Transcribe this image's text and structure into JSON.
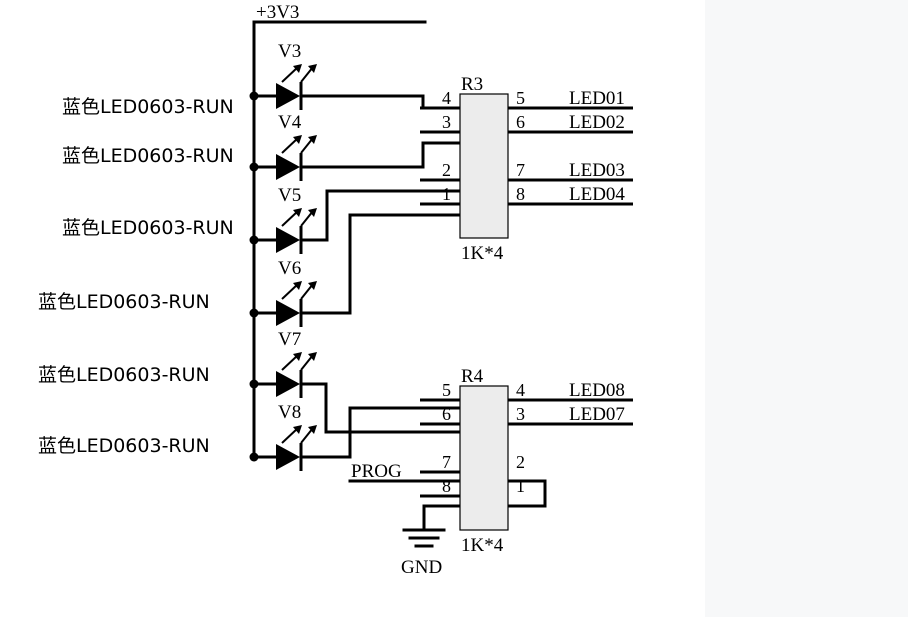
{
  "power": {
    "label": "+3V3"
  },
  "ground": {
    "label": "GND"
  },
  "leds": [
    {
      "designator": "V3",
      "part": "蓝色LED0603-RUN"
    },
    {
      "designator": "V4",
      "part": "蓝色LED0603-RUN"
    },
    {
      "designator": "V5",
      "part": "蓝色LED0603-RUN"
    },
    {
      "designator": "V6",
      "part": "蓝色LED0603-RUN"
    },
    {
      "designator": "V7",
      "part": "蓝色LED0603-RUN"
    },
    {
      "designator": "V8",
      "part": "蓝色LED0603-RUN"
    }
  ],
  "r3": {
    "designator": "R3",
    "value": "1K*4",
    "left_pins": [
      "4",
      "3",
      "2",
      "1"
    ],
    "right_pins": [
      "5",
      "6",
      "7",
      "8"
    ],
    "nets": [
      "LED01",
      "LED02",
      "LED03",
      "LED04"
    ]
  },
  "r4": {
    "designator": "R4",
    "value": "1K*4",
    "left_pins": [
      "5",
      "6",
      "7",
      "8"
    ],
    "right_pins": [
      "4",
      "3",
      "2",
      "1"
    ],
    "nets": [
      "LED08",
      "LED07"
    ],
    "prog_label": "PROG"
  }
}
